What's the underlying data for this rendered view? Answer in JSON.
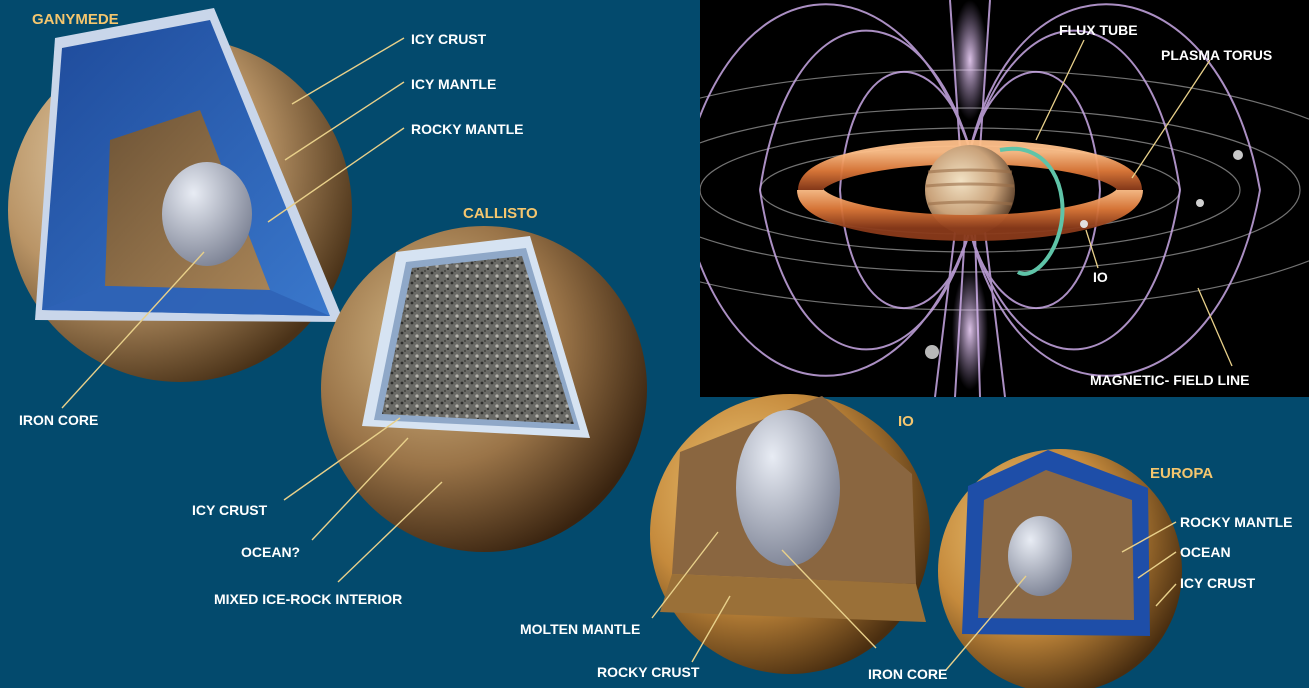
{
  "bodies": {
    "ganymede": {
      "title": "GANYMEDE",
      "labels": {
        "icy_crust": "ICY CRUST",
        "icy_mantle": "ICY MANTLE",
        "rocky_mantle": "ROCKY MANTLE",
        "iron_core": "IRON CORE"
      }
    },
    "callisto": {
      "title": "CALLISTO",
      "labels": {
        "icy_crust": "ICY CRUST",
        "ocean": "OCEAN?",
        "interior": "MIXED ICE-ROCK INTERIOR"
      }
    },
    "io": {
      "title": "IO",
      "labels": {
        "molten_mantle": "MOLTEN MANTLE",
        "rocky_crust": "ROCKY CRUST",
        "iron_core": "IRON CORE"
      }
    },
    "europa": {
      "title": "EUROPA",
      "labels": {
        "rocky_mantle": "ROCKY MANTLE",
        "ocean": "OCEAN",
        "icy_crust": "ICY CRUST"
      }
    }
  },
  "inset": {
    "labels": {
      "flux_tube": "FLUX TUBE",
      "plasma_torus": "PLASMA TORUS",
      "io": "IO",
      "field_line": "MAGNETIC- FIELD LINE"
    }
  },
  "colors": {
    "background": "#034A6D",
    "title_color": "#F5C66E",
    "leader_line": "#E8D08A",
    "ice_blue": "#2E62B8",
    "rock_brown": "#8A6A44",
    "core_gray": "#B8BCC8",
    "torus_orange": "#E8904A",
    "field_violet": "#C9A8E6"
  }
}
